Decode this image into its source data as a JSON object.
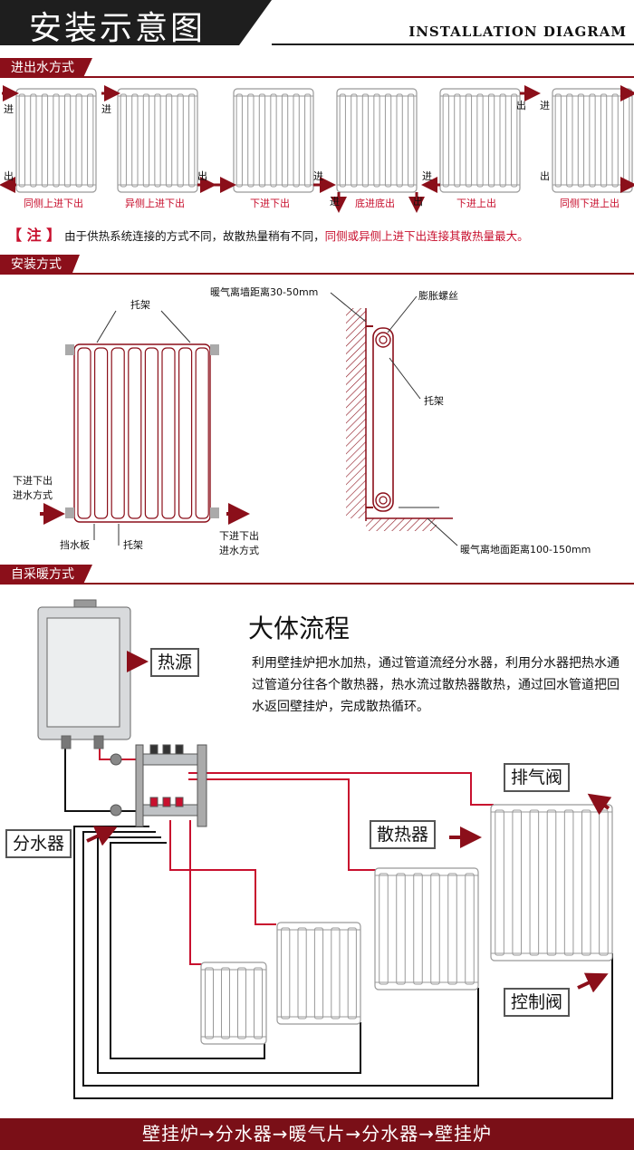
{
  "header": {
    "title": "安装示意图",
    "subtitle_en": "INSTALLATION DIAGRAM"
  },
  "sections": {
    "inout": "进出水方式",
    "install": "安装方式",
    "heating": "自采暖方式"
  },
  "connections": [
    {
      "caption": "同侧上进下出",
      "in_label": "进",
      "out_label": "出"
    },
    {
      "caption": "异侧上进下出",
      "in_label": "进",
      "out_label": "出"
    },
    {
      "caption": "下进下出",
      "in_label": "出",
      "out_label": "进"
    },
    {
      "caption": "底进底出",
      "in_label": "进",
      "out_label": "出"
    },
    {
      "caption": "下进上出",
      "in_label": "进",
      "out_label": "出"
    },
    {
      "caption": "同侧下进上出",
      "in_label": "进",
      "out_label": "出"
    }
  ],
  "note": {
    "tag": "【 注 】",
    "text": "由于供热系统连接的方式不同，故散热量稍有不同，",
    "highlight": "同侧或异侧上进下出连接其散热量最大。"
  },
  "install": {
    "bracket_top": "托架",
    "left_in_line1": "下进下出",
    "left_in_line2": "进水方式",
    "baffle": "挡水板",
    "bracket_bottom": "托架",
    "right_out_line1": "下进下出",
    "right_out_line2": "进水方式",
    "wall_distance": "暖气离墙距离30-50mm",
    "bolt": "膨胀螺丝",
    "side_bracket": "托架",
    "floor_distance": "暖气离地面距离100-150mm"
  },
  "heating": {
    "flow_title": "大体流程",
    "flow_text": "利用壁挂炉把水加热，通过管道流经分水器，利用分水器把热水通过管道分往各个散热器，热水流过散热器散热，通过回水管道把回水返回壁挂炉，完成散热循环。",
    "heat_source": "热源",
    "manifold": "分水器",
    "vent_valve": "排气阀",
    "radiator": "散热器",
    "control_valve": "控制阀"
  },
  "footer": "壁挂炉→分水器→暖气片→分水器→壁挂炉",
  "colors": {
    "accent": "#8b0f1a",
    "highlight": "#c8102e",
    "pipe_red": "#c8102e",
    "pipe_black": "#111111"
  }
}
